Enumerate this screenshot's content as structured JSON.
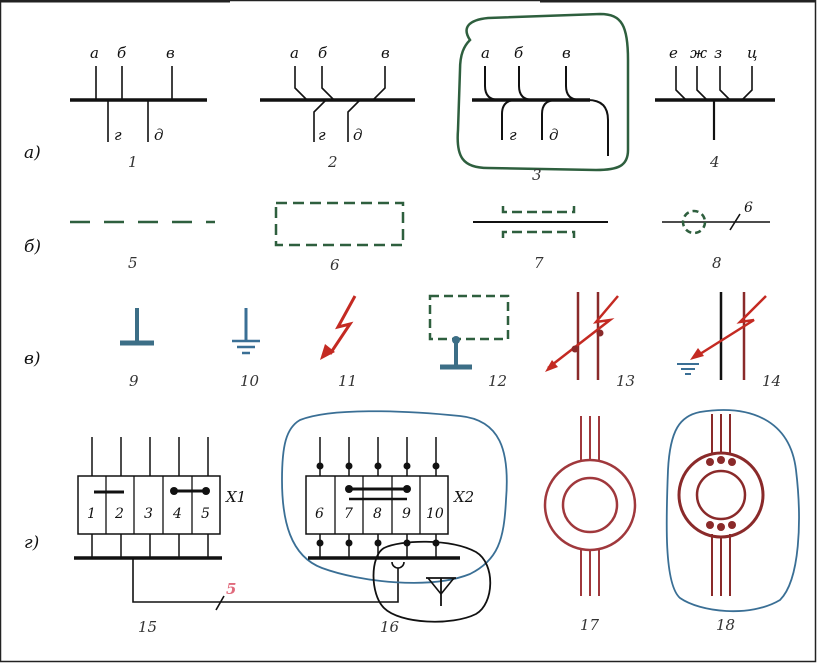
{
  "rows": {
    "a": "а)",
    "b": "б)",
    "v": "в)",
    "g": "г)"
  },
  "fig1": {
    "labels": [
      "а",
      "б",
      "в",
      "г",
      "д"
    ],
    "number": "1"
  },
  "fig2": {
    "labels": [
      "а",
      "б",
      "в",
      "г",
      "д"
    ],
    "number": "2"
  },
  "fig3": {
    "labels": [
      "а",
      "б",
      "в",
      "г",
      "д"
    ],
    "number": "3"
  },
  "fig4": {
    "labels": [
      "е",
      "ж",
      "з",
      "ц"
    ],
    "number": "4"
  },
  "fig5": {
    "number": "5"
  },
  "fig6": {
    "number": "6"
  },
  "fig7": {
    "number": "7"
  },
  "fig8": {
    "number": "8",
    "wire_count": "6"
  },
  "fig9": {
    "number": "9"
  },
  "fig10": {
    "number": "10"
  },
  "fig11": {
    "number": "11"
  },
  "fig12": {
    "number": "12"
  },
  "fig13": {
    "number": "13"
  },
  "fig14": {
    "number": "14"
  },
  "fig15": {
    "number": "15",
    "terminal_block": "X1",
    "terminals": [
      "1",
      "2",
      "3",
      "4",
      "5"
    ],
    "wire_count": "5"
  },
  "fig16": {
    "number": "16",
    "terminal_block": "X2",
    "terminals": [
      "6",
      "7",
      "8",
      "9",
      "10"
    ]
  },
  "fig17": {
    "number": "17"
  },
  "fig18": {
    "number": "18"
  },
  "colors": {
    "line": "#111111",
    "green": "#2e5f3e",
    "blue": "#3a6f95",
    "steel": "#3c6e86",
    "red": "#c42a22",
    "darkred": "#8a2a2a",
    "ring": "#a0383c",
    "pink": "#e06a7c"
  }
}
